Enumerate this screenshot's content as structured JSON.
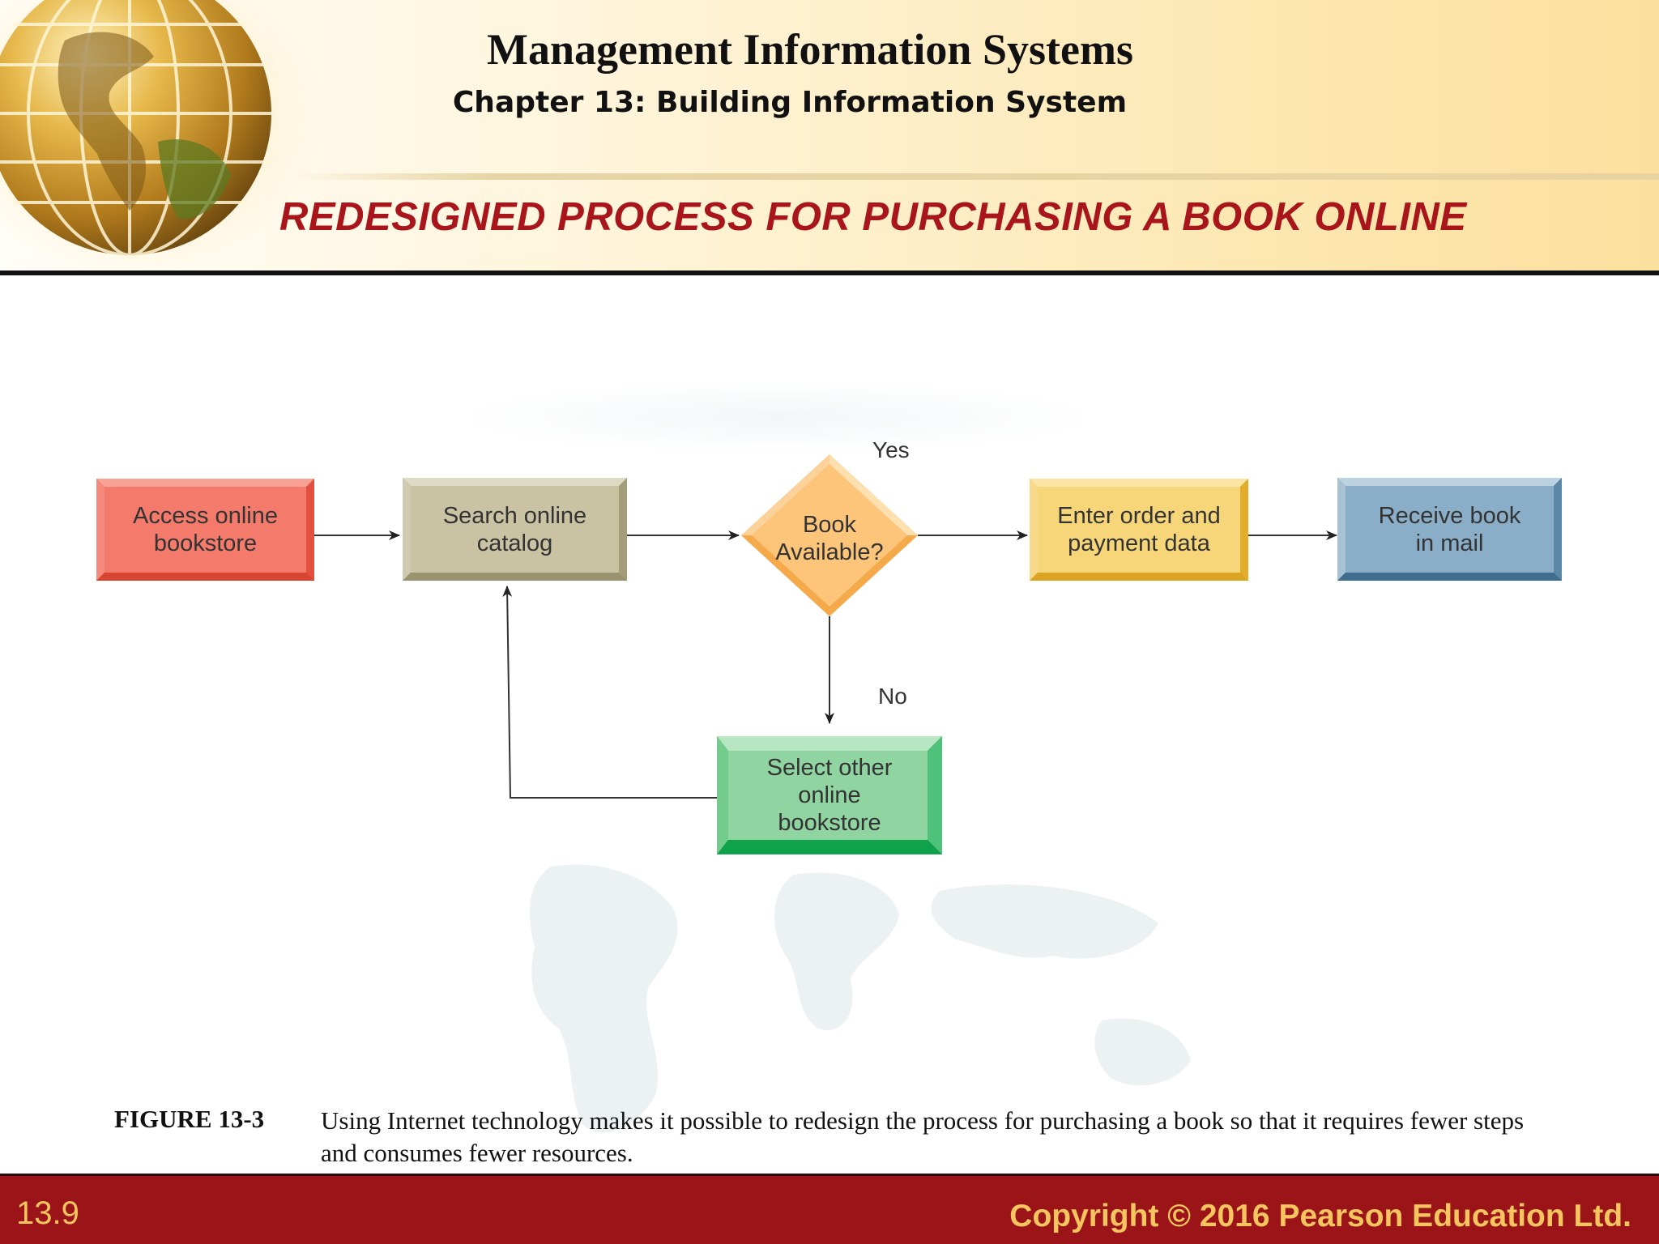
{
  "header": {
    "title": "Management Information Systems",
    "subtitle": "Chapter 13: Building Information System",
    "heading": "REDESIGNED PROCESS FOR PURCHASING A BOOK ONLINE"
  },
  "diagram": {
    "nodes": {
      "access": {
        "label": "Access online\nbookstore",
        "color": "#f47b6c"
      },
      "search": {
        "label": "Search online\ncatalog",
        "color": "#c9c3a4"
      },
      "decision": {
        "label": "Book\nAvailable?",
        "color": "#fdc57a"
      },
      "order": {
        "label": "Enter order and\npayment data",
        "color": "#f7d67a"
      },
      "receive": {
        "label": "Receive book\nin mail",
        "color": "#8aaec7"
      },
      "select": {
        "label": "Select other\nonline\nbookstore",
        "color": "#8fd4a1"
      }
    },
    "labels": {
      "yes": "Yes",
      "no": "No"
    }
  },
  "caption": {
    "figure": "FIGURE 13-3",
    "text": "Using Internet technology makes it possible to redesign the process for purchasing a book so that it requires fewer steps and consumes fewer resources."
  },
  "footer": {
    "slide_number": "13.9",
    "copyright": "Copyright © 2016 Pearson Education Ltd."
  },
  "colors": {
    "heading": "#a8161b",
    "footer_bg": "#9b1418",
    "footer_text": "#f6c560"
  }
}
